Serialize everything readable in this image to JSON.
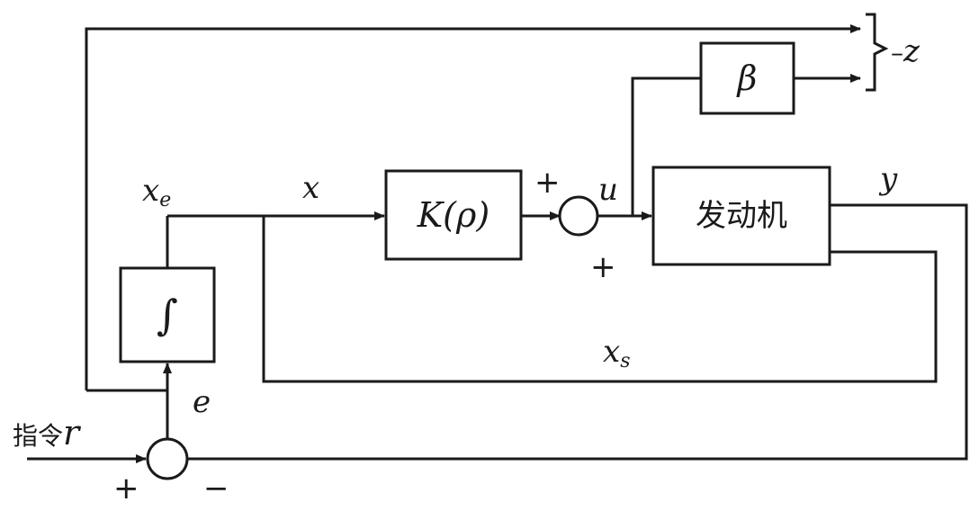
{
  "blocks": {
    "integrator": "∫",
    "controller": "K(ρ)",
    "beta": "β",
    "engine": "发动机"
  },
  "signals": {
    "xe_base": "x",
    "xe_sub": "e",
    "x": "x",
    "u": "u",
    "y": "y",
    "xs_base": "x",
    "xs_sub": "s",
    "z": "z",
    "e": "e",
    "command_text": "指令",
    "command_var": "r"
  },
  "signs": {
    "sum2_top": "+",
    "sum2_bottom": "+",
    "sum1_left": "+",
    "sum1_right": "−"
  },
  "colors": {
    "stroke": "#1a1a1a",
    "background": "#ffffff"
  }
}
